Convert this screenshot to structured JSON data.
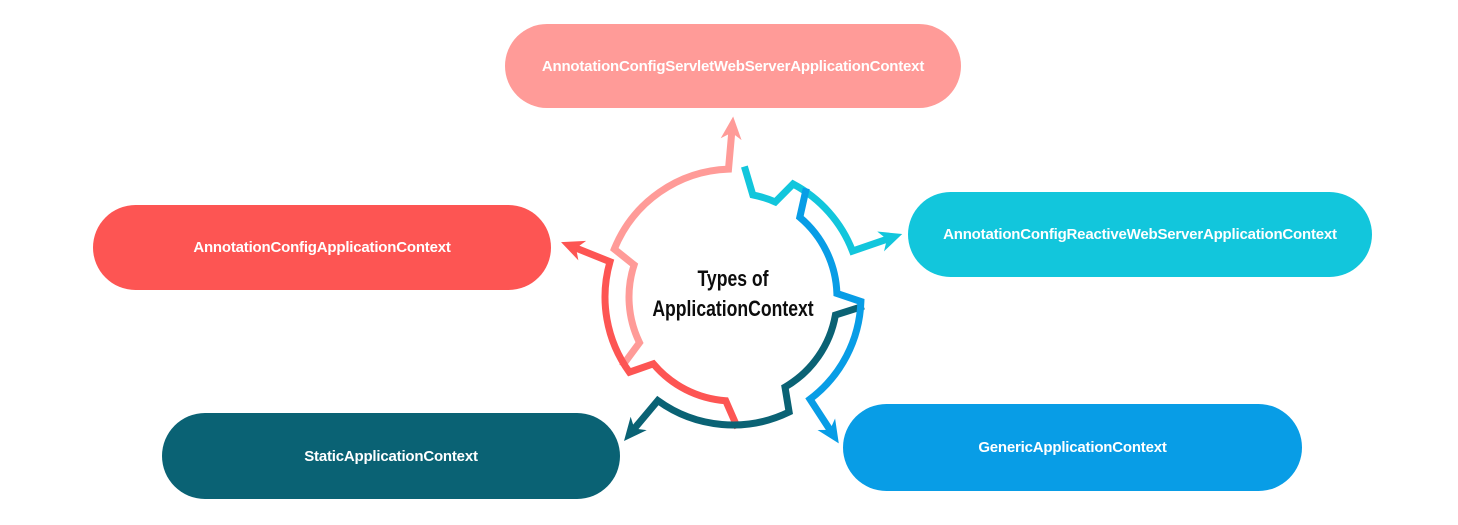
{
  "diagram": {
    "background_color": "#ffffff",
    "title": {
      "line1": "Types of",
      "line2": "ApplicationContext",
      "color": "#0d0d0d"
    },
    "label_color": "#ffffff",
    "nodes": [
      {
        "label": "AnnotationConfigServletWebServerApplicationContext",
        "position": "top",
        "color": "#ff9b98"
      },
      {
        "label": "AnnotationConfigApplicationContext",
        "position": "left",
        "color": "#fd5553"
      },
      {
        "label": "AnnotationConfigReactiveWebServerApplicationContext",
        "position": "right",
        "color": "#12c6dc"
      },
      {
        "label": "StaticApplicationContext",
        "position": "bottom-left",
        "color": "#0a6274"
      },
      {
        "label": "GenericApplicationContext",
        "position": "bottom-right",
        "color": "#089de6"
      }
    ]
  }
}
